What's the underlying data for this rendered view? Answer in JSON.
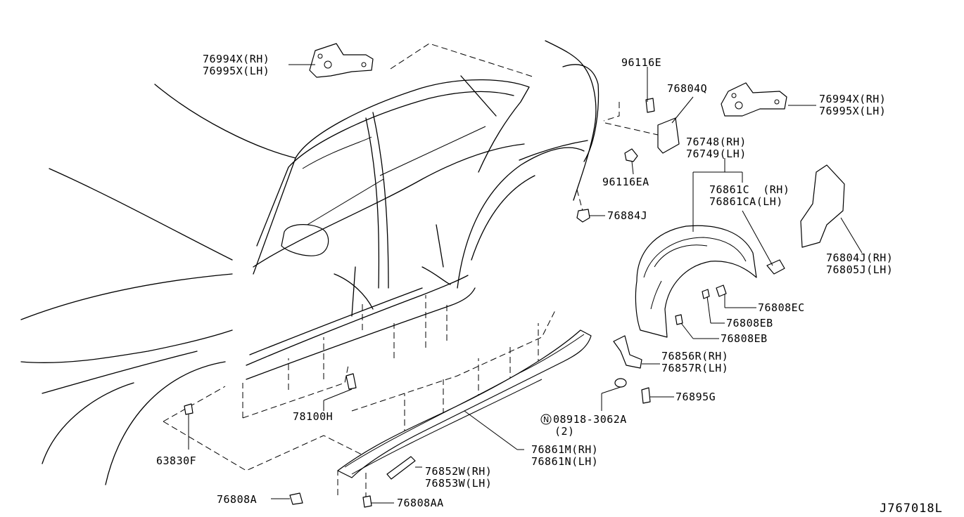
{
  "labels": {
    "hinge_left_rh": "76994X(RH)",
    "hinge_left_lh": "76995X(LH)",
    "clip_96116e": "96116E",
    "part_76804q": "76804Q",
    "hinge_right_rh": "76994X(RH)",
    "hinge_right_lh": "76995X(LH)",
    "guard_rh": "76748(RH)",
    "guard_lh": "76749(LH)",
    "clip_96116ea": "96116EA",
    "seal_rh": "76861C  (RH)",
    "seal_lh": "76861CA(LH)",
    "clip_76884j": "76884J",
    "bracket_rh": "76804J(RH)",
    "bracket_lh": "76805J(LH)",
    "clip_76808ec": "76808EC",
    "clip_76808eb_1": "76808EB",
    "clip_76808eb_2": "76808EB",
    "stay_rh": "76856R(RH)",
    "stay_lh": "76857R(LH)",
    "clip_76895g": "76895G",
    "nut_code": "08918-3062A",
    "nut_qty": "(2)",
    "clip_78100h": "78100H",
    "clip_63830f": "63830F",
    "sill_rh": "76861M(RH)",
    "sill_lh": "76861N(LH)",
    "mud_rh": "76852W(RH)",
    "mud_lh": "76853W(LH)",
    "screw_76808a": "76808A",
    "clip_76808aa": "76808AA",
    "diagram_code": "J767018L"
  },
  "symbols": {
    "nut_marker": "N"
  }
}
